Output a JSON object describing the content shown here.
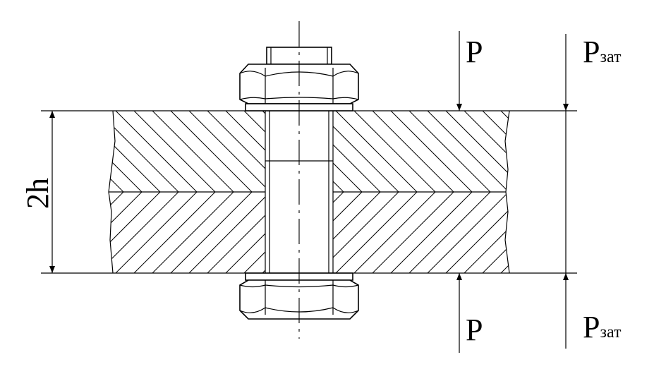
{
  "labels": {
    "force_top": "P",
    "force_bottom": "P",
    "preload_top_main": "P",
    "preload_top_sub": "зат",
    "preload_bottom_main": "P",
    "preload_bottom_sub": "зат",
    "thickness": "2h"
  }
}
